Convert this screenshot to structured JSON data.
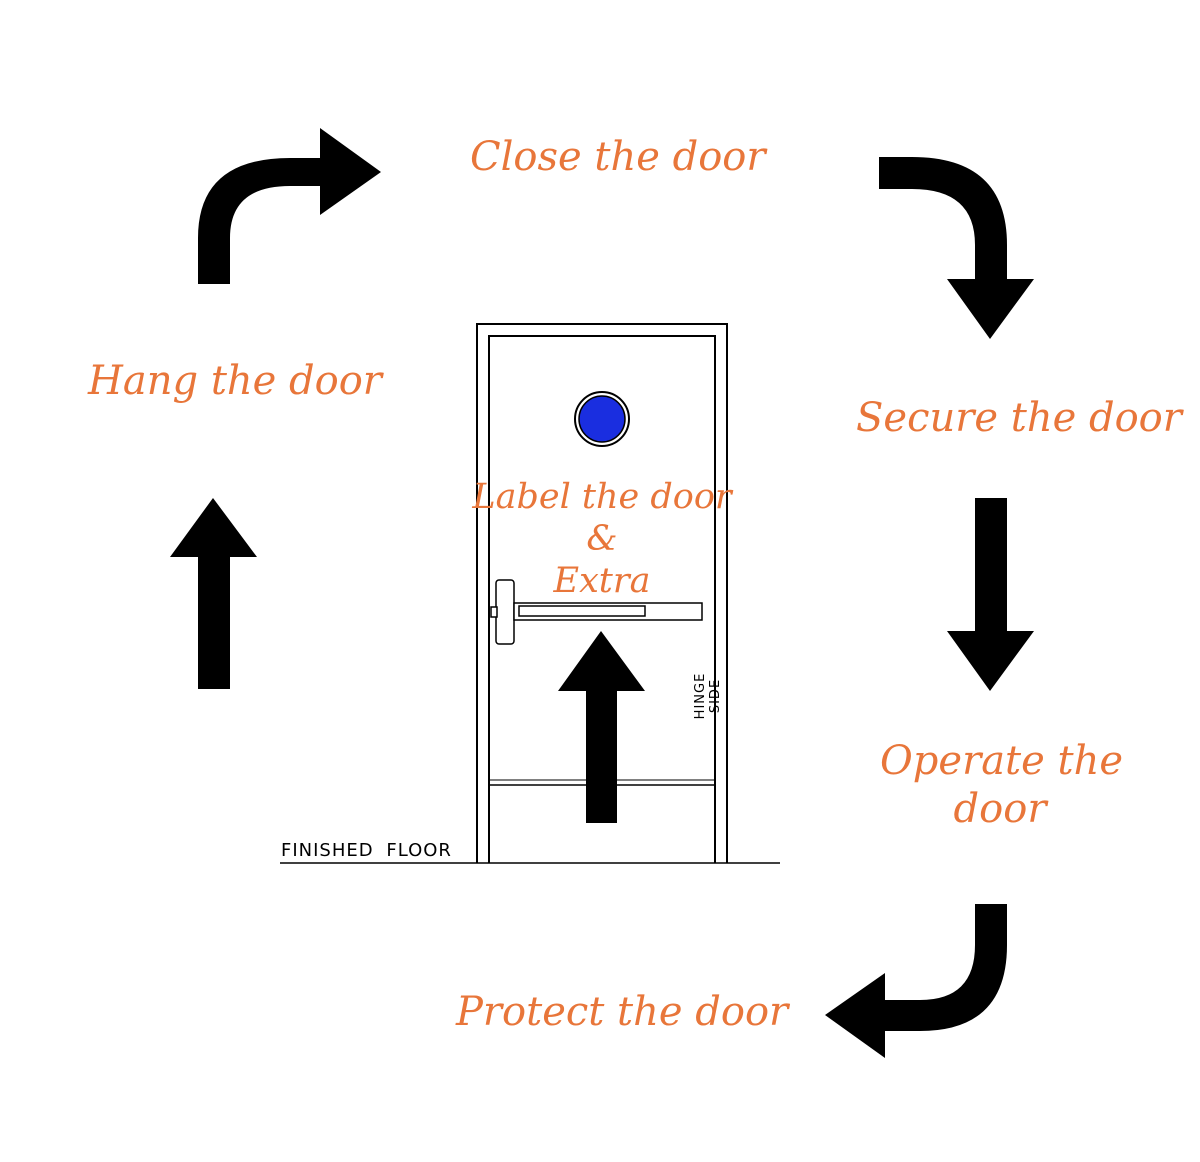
{
  "colors": {
    "step_text": "#E8763A",
    "arrow": "#000000",
    "window_fill": "#1A2EE0",
    "line": "#000000"
  },
  "steps": {
    "close": "Close the door",
    "hang": "Hang the door",
    "secure": "Secure the door",
    "operate_line1": "Operate the",
    "operate_line2": "door",
    "protect": "Protect the door",
    "label_line1": "Label the door",
    "label_line2": "&",
    "label_line3": "Extra"
  },
  "drawing": {
    "finished_floor": "FINISHED  FLOOR",
    "hinge_side": "HINGE SIDE"
  },
  "icons": {
    "arrows": [
      "curved-up-right-arrow",
      "curved-right-down-arrow",
      "down-arrow",
      "curved-down-left-arrow",
      "up-arrow",
      "up-arrow"
    ],
    "door": "door-elevation-drawing",
    "window": "round-vision-window",
    "push_bar": "panic-exit-bar"
  }
}
